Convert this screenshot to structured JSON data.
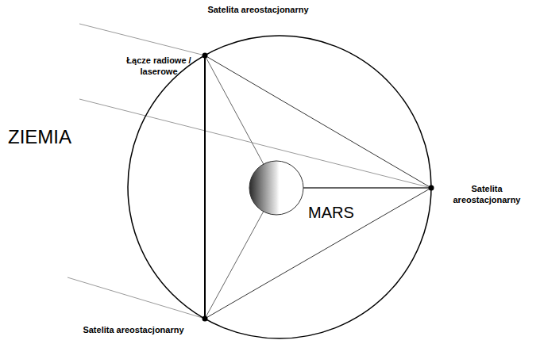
{
  "diagram": {
    "labels": [
      "Satelita areostacjonarny",
      "Łącze radiowe / laserowe",
      "ZIEMIA",
      "Satelita areostacjonarny",
      "MARS",
      "Satelita areostacjonarny"
    ]
  }
}
